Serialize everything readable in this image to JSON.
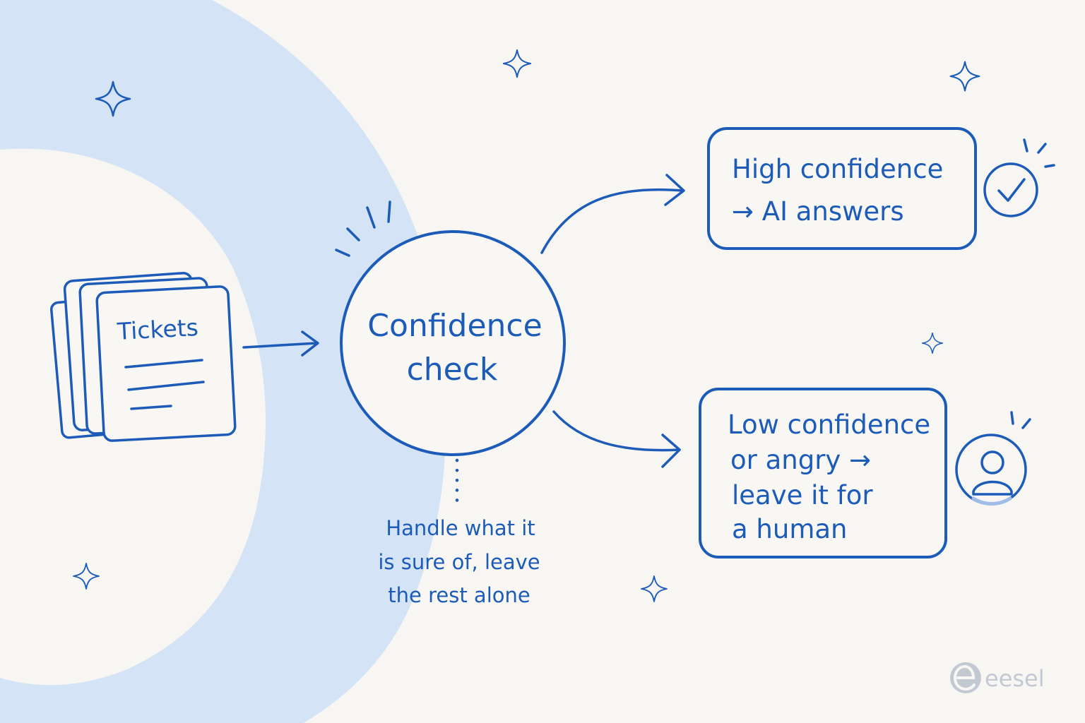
{
  "colors": {
    "ink": "#1d5bb8",
    "background": "#f7f6f3",
    "blob": "#d4e3f6",
    "box_fill": "#f8f7f4",
    "logo": "#c3c9d3"
  },
  "nodes": {
    "tickets": {
      "label": "Tickets",
      "icon": "stacked-documents-icon"
    },
    "confidence_check": {
      "lines": [
        "Confidence",
        "check"
      ]
    },
    "high_confidence": {
      "lines": [
        "High confidence",
        "→ AI answers"
      ],
      "icon": "checkmark-circle-icon"
    },
    "low_confidence": {
      "lines": [
        "Low confidence",
        "or angry →",
        "leave it for",
        "a human"
      ],
      "icon": "person-circle-icon"
    }
  },
  "note": {
    "lines": [
      "Handle what it",
      "is sure of, leave",
      "the rest alone"
    ]
  },
  "decorations": {
    "icon": "sparkle-icon"
  },
  "logo": {
    "text": "eesel",
    "icon": "eesel-logo-icon"
  }
}
